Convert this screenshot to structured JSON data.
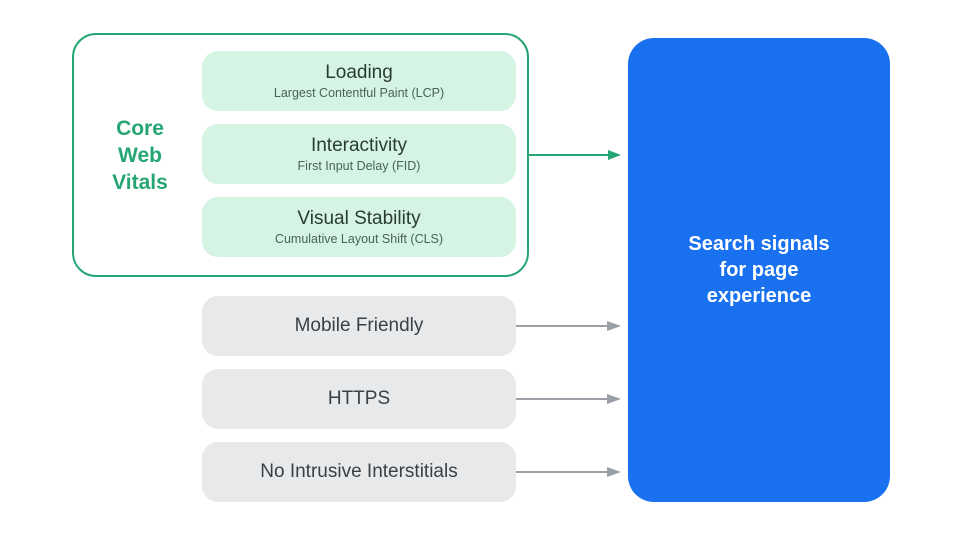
{
  "core_web_vitals": {
    "label": "Core Web Vitals",
    "items": [
      {
        "title": "Loading",
        "subtitle": "Largest Contentful Paint (LCP)"
      },
      {
        "title": "Interactivity",
        "subtitle": "First Input Delay (FID)"
      },
      {
        "title": "Visual Stability",
        "subtitle": "Cumulative Layout Shift (CLS)"
      }
    ]
  },
  "other_signals": [
    "Mobile Friendly",
    "HTTPS",
    "No Intrusive Interstitials"
  ],
  "result": {
    "label": "Search signals for page experience"
  },
  "colors": {
    "accent_green": "#25A673",
    "vital_box_fill": "#D5F4E4",
    "vital_title_text": "#2B3B35",
    "vital_subtitle_text": "#48635A",
    "signal_box_fill": "#E8E9EB",
    "signal_text": "#3C4043",
    "arrow_gray": "#9AA0A6",
    "result_fill": "#1A71F0",
    "result_text": "#FFFFFF"
  }
}
